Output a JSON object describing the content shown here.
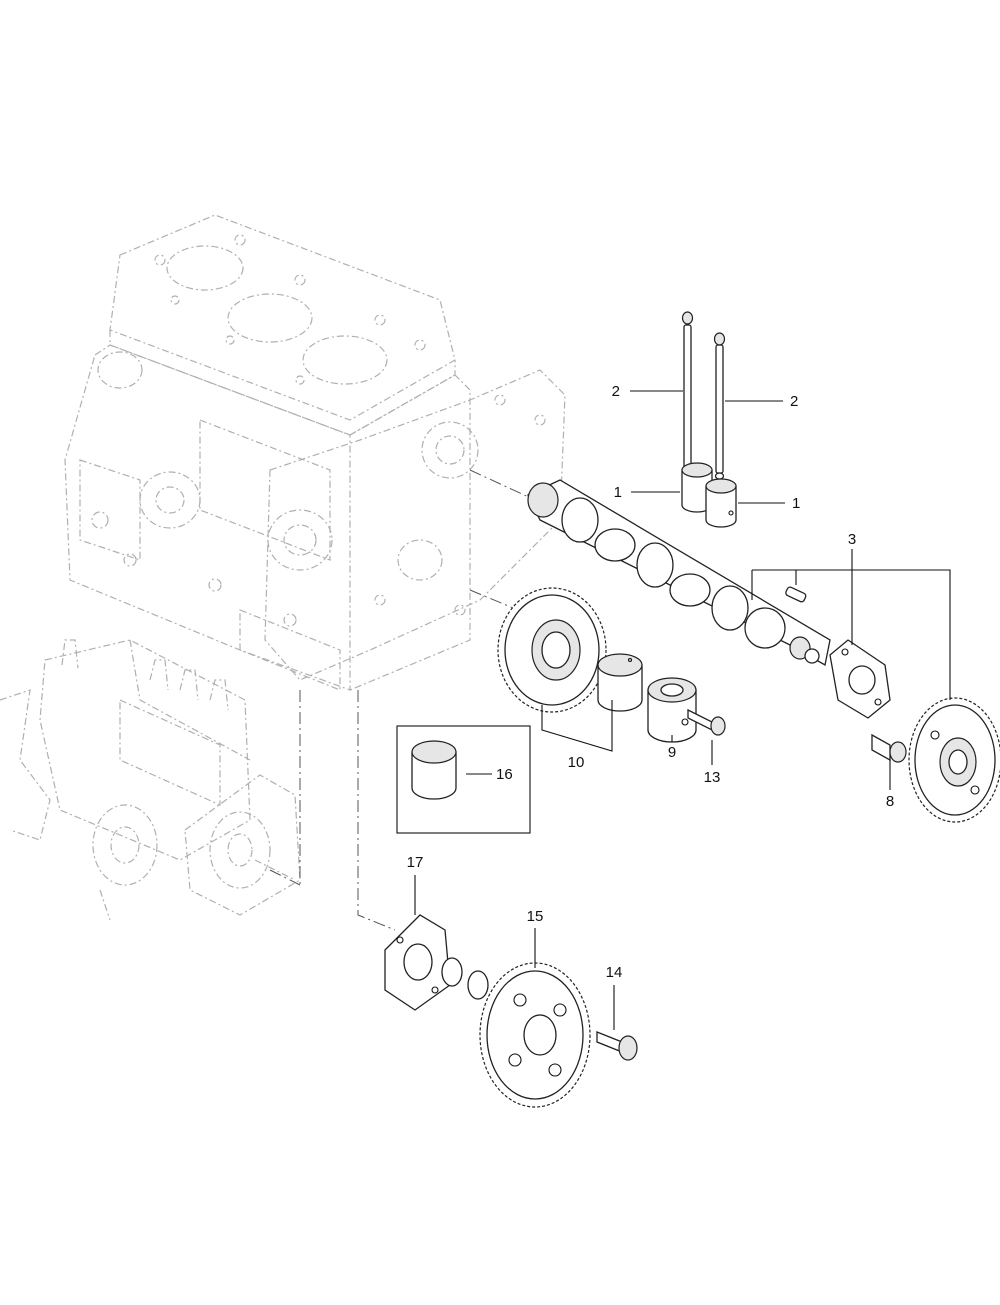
{
  "callouts": [
    {
      "id": "c2a",
      "label": "2"
    },
    {
      "id": "c2b",
      "label": "2"
    },
    {
      "id": "c1a",
      "label": "1"
    },
    {
      "id": "c1b",
      "label": "1"
    },
    {
      "id": "c3",
      "label": "3"
    },
    {
      "id": "c10",
      "label": "10"
    },
    {
      "id": "c9",
      "label": "9"
    },
    {
      "id": "c13",
      "label": "13"
    },
    {
      "id": "c8",
      "label": "8"
    },
    {
      "id": "c16",
      "label": "16"
    },
    {
      "id": "c17",
      "label": "17"
    },
    {
      "id": "c15",
      "label": "15"
    },
    {
      "id": "c14",
      "label": "14"
    }
  ]
}
